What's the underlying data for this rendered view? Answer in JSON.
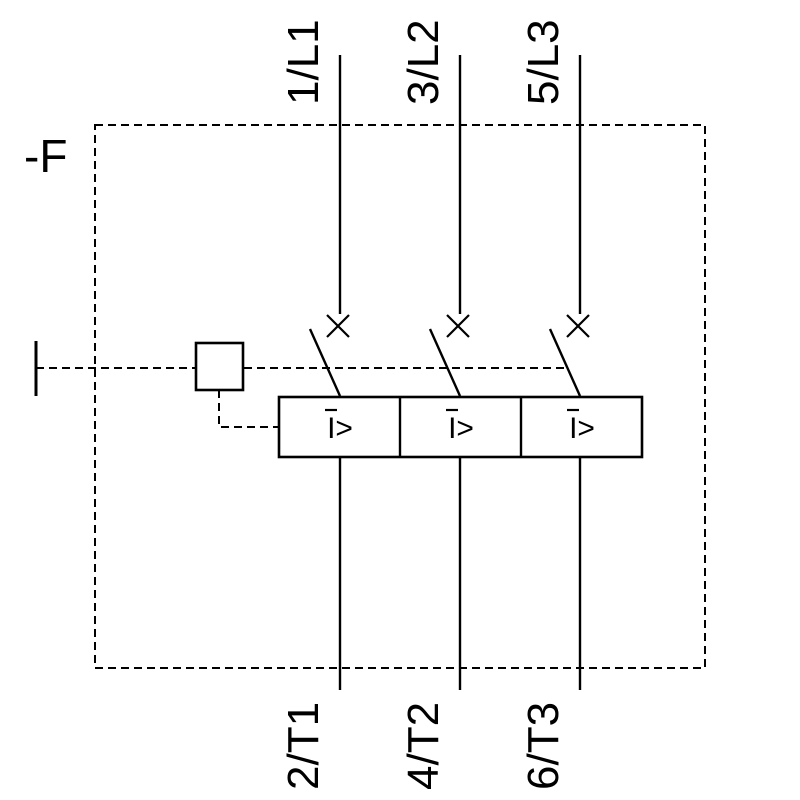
{
  "schematic": {
    "device_label": "-F",
    "top_terminals": [
      "1/L1",
      "3/L2",
      "5/L3"
    ],
    "bottom_terminals": [
      "2/T1",
      "4/T2",
      "6/T3"
    ],
    "trip_units": [
      "I>",
      "I>",
      "I>"
    ],
    "colors": {
      "line": "#000000",
      "background": "#ffffff"
    }
  }
}
